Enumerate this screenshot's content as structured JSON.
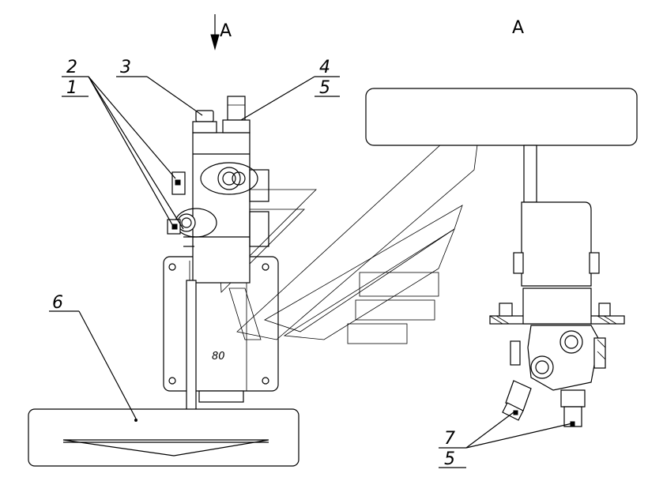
{
  "view": {
    "arrow_label": "A",
    "title": "A"
  },
  "callouts": {
    "c2": "2",
    "c1": "1",
    "c3": "3",
    "c4": "4",
    "c5_top": "5",
    "c6": "6",
    "c7": "7",
    "c5_bottom": "5"
  },
  "stamp_text": "80"
}
